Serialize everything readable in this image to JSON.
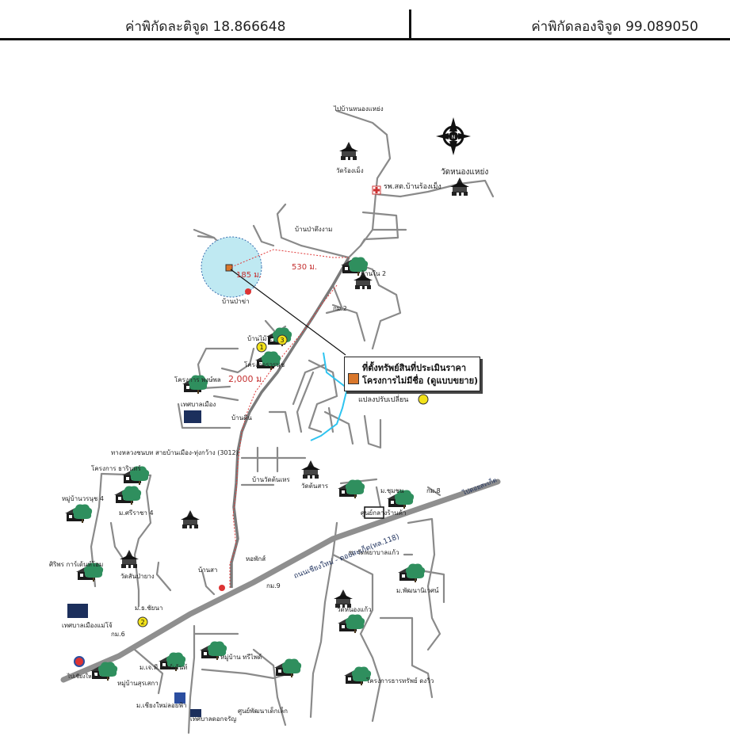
{
  "header": {
    "latitude_label": "ค่าพิกัดละติจูด 18.866648",
    "longitude_label": "ค่าพิกัดลองจิจูด 99.089050"
  },
  "callout": {
    "line1": "ที่ตั้งทรัพย์สินที่ประเมินราคา",
    "line2": "โครงการไม่มีชื่อ (ดูแบบขยาย)"
  },
  "map": {
    "compass": "N",
    "distances": {
      "d185": "185 ม.",
      "d530": "530 ม.",
      "d2000": "2,000 ม."
    },
    "labels": {
      "wat_nong_haeng": "วัดหนองแหย่ง",
      "wat_right": "วัดร้องเม็ง",
      "hospital": "รพ.สต.บ้านร้องเม็ง",
      "to_ban_phaeng": "ไปบ้านหนองแหย่ง",
      "ban_pa_tong": "บ้านป่าตึงงาม",
      "ban_nai_2": "บ้านใน 2",
      "kp2": "กม.2",
      "pan_nai": "บ้านไม้ 2",
      "project_pong": "โครงการ พงษ์พล",
      "school": "เทศบาลเมือง",
      "marker_1": "1",
      "marker_2": "2",
      "marker_3": "3",
      "road_label": "ทางหลวงชนบท สายบ้านเมือง-ทุ่งกว้าง (3012)",
      "pepper": "แปลงปรับเปลี่ยน",
      "ban_wat_sai": "บ้านวัดต้นเหร",
      "wat_san": "วัดต้นสาร",
      "project_left": "โครงการ ธารินทร์",
      "moo_ban_4": "หมู่บ้านวรนุช 4",
      "moo_ban_sri": "ม.ศรีราชา 4",
      "siriporn": "ศิริพร การ์เด้นท์โฮม",
      "wat_san_pa": "วัดสันป่ายาง",
      "ban_sa": "บ้านสา",
      "hwy_label": "ถนนเชียงใหม่ - ดอยสะเก็ต(ทล.118)",
      "to_doi_saket": "ไปดอยสะเก็ต",
      "kp8": "กม.8",
      "kp6": "กม.6",
      "kp9": "กม.9",
      "moo_ban_right": "ม.ชุมชน",
      "municipal": "เทศบาลเมืองแม่โจ้",
      "moo_ban_tree": "หมู่บ้าน ทรีไพด์",
      "ban_pa": "ม.เจ.พี. การ์เด้นท์",
      "moo_ban_sus": "หมู่บ้านสุรเสกา",
      "moo_gpm": "ม.ธ.ชัยนา",
      "soi_rat": "ซ. วัดพยาบาลแก้ว",
      "project_right": "โครงการธารทรัพย์ ดงวิว",
      "wat_nong_right": "วัดหนองแก้ว",
      "ban_wat_bottom": "ม.พัฒนานิเวศน์",
      "shop": "ศูนย์กลางร้านค้า",
      "apartment": "หอพักส์",
      "temple_bottom": "ศูนย์พัฒนาเด็กเล็ก",
      "pond": "ม.เชียงใหม่ลอยฟ้า",
      "to_left": "ไปเชียงใหม่",
      "jaru": "เทศบาลดอกจรัญ",
      "ban_din": "บ้านดิน",
      "project_mid": "โครงการวรนุช",
      "ban_pa_kha": "บ้านป่าข่า"
    }
  },
  "colors": {
    "road": "#8a8a8a",
    "highway": "#7a7a7a",
    "dotted_route": "#e03a3a",
    "river": "#2ec4f0",
    "circle_fill": "#bfe9f2",
    "tree": "#2f8f5e",
    "building": "#1c2f5c",
    "marker": "#f2e21a"
  }
}
